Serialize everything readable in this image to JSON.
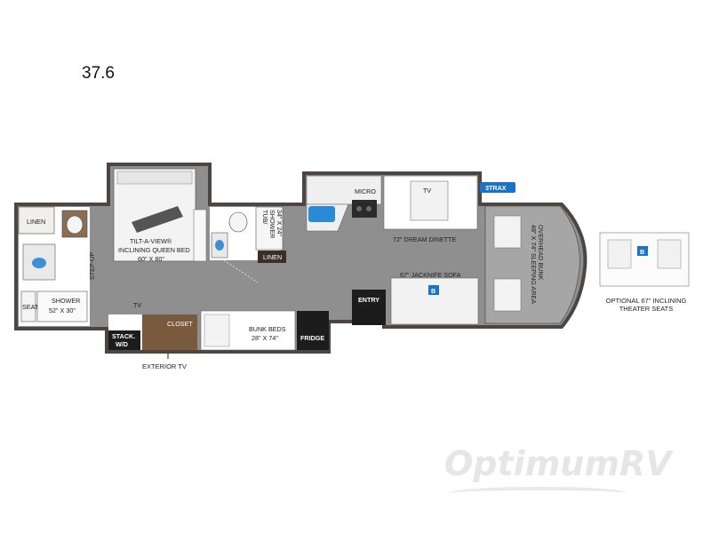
{
  "model": "37.6",
  "brand_badge": "3TRAX",
  "rooms": {
    "linen_rear": "LINEN",
    "seat": "SEAT",
    "shower": "SHOWER",
    "shower_size": "52\" X 30\"",
    "step_up": "STEP-UP",
    "bed_line1": "TILT-A-VIEW®",
    "bed_line2": "INCLINING QUEEN BED",
    "bed_size": "60\" X 80\"",
    "tub_line1": "TUB/",
    "tub_line2": "SHOWER",
    "tub_size": "34\" X 24\"",
    "linen_mid": "LINEN",
    "micro": "MICRO",
    "tv_front": "TV",
    "dinette": "72\" DREAM DINETTE",
    "sofa": "67\" JACKNIFE SOFA",
    "entry": "ENTRY",
    "bunk_line1": "OVERHEAD BUNK",
    "bunk_line2": "48\" X 74\" SLEEPING AREA",
    "tv_rear": "TV",
    "closet": "CLOSET",
    "stack_line1": "STACK.",
    "stack_line2": "W/D",
    "bunk_beds": "BUNK BEDS",
    "bunk_beds_size": "28\" X 74\"",
    "fridge": "FRIDGE",
    "sofa_badge": "B",
    "theater_badge": "B"
  },
  "exterior_tv": "EXTERIOR TV",
  "optional_line1": "OPTIONAL 67\" INCLINING",
  "optional_line2": "THEATER SEATS",
  "watermark": "OptimumRV",
  "colors": {
    "floor": "#8f8f8f",
    "wall": "#5a4f47",
    "badge_blue": "#1a73c9",
    "appliance": "#1c1c1c",
    "wood": "#7a5a3c"
  }
}
